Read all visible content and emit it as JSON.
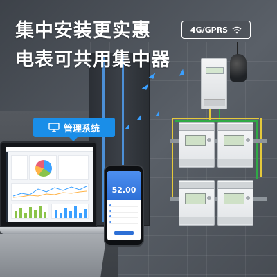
{
  "headline": {
    "line1": "集中安装更实惠",
    "line2": "电表可共用集中器"
  },
  "badge": {
    "label": "4G/GPRS",
    "icon": "wifi-icon"
  },
  "tag": {
    "label": "管理系统",
    "icon": "monitor-icon"
  },
  "phone": {
    "value": "52.00"
  },
  "colors": {
    "accent_blue": "#1a8ee8",
    "signal_blue": "#3ba0ff",
    "wire_yellow": "#e5c93b",
    "wire_green": "#2faa46"
  }
}
